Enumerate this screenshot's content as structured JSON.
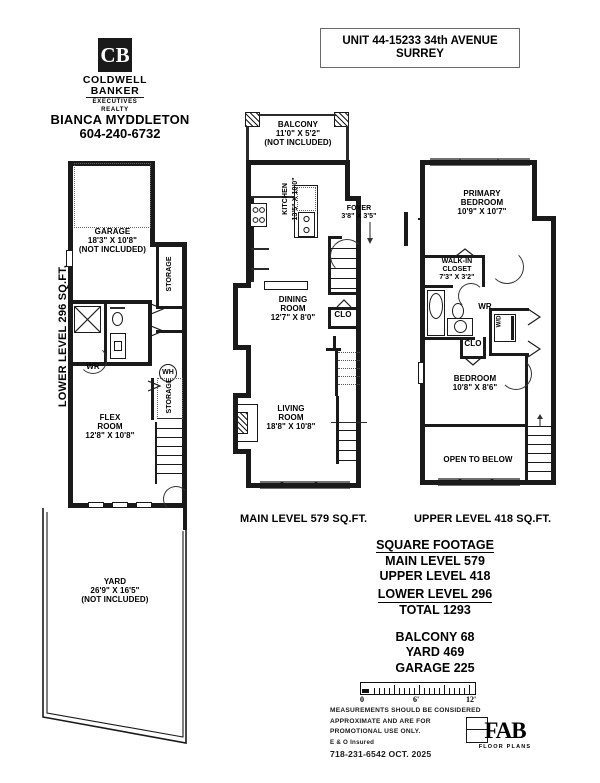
{
  "header": {
    "title_line1": "UNIT 44-15233 34th AVENUE",
    "title_line2": "SURREY"
  },
  "brand": {
    "logo_glyph": "CB",
    "name_line1": "COLDWELL",
    "name_line2": "BANKER",
    "tagline_line1": "EXECUTIVES",
    "tagline_line2": "REALTY",
    "agent_name": "BIANCA MYDDLETON",
    "agent_phone": "604-240-6732"
  },
  "levels": {
    "lower_caption": "LOWER LEVEL 296 SQ.FT.",
    "main_caption": "MAIN LEVEL 579 SQ.FT.",
    "upper_caption": "UPPER LEVEL 418 SQ.FT."
  },
  "lower_level": {
    "garage": {
      "name": "GARAGE",
      "dims": "18'3\" X 10'8\"",
      "note": "(NOT INCLUDED)"
    },
    "flex_room": {
      "name": "FLEX",
      "name2": "ROOM",
      "dims": "12'8\" X 10'8\""
    },
    "yard": {
      "name": "YARD",
      "dims": "26'9\" X 16'5\"",
      "note": "(NOT INCLUDED)"
    },
    "storage_upper": "STORAGE",
    "storage_lower": "STORAGE",
    "water_heater": "WH",
    "washroom": "WR"
  },
  "main_level": {
    "balcony": {
      "name": "BALCONY",
      "dims": "11'0\" X 5'2\"",
      "note": "(NOT INCLUDED)"
    },
    "kitchen": {
      "name": "KITCHEN",
      "dims": "13'5\" X 10'0\""
    },
    "foyer": {
      "name": "FOYER",
      "dims": "3'8\" X 3'5\""
    },
    "dining_room": {
      "name": "DINING",
      "name2": "ROOM",
      "dims": "12'7\" X 8'0\""
    },
    "living_room": {
      "name": "LIVING",
      "name2": "ROOM",
      "dims": "18'8\" X 10'8\""
    },
    "closet": "CLO"
  },
  "upper_level": {
    "primary_bedroom": {
      "name": "PRIMARY",
      "name2": "BEDROOM",
      "dims": "10'9\" X 10'7\""
    },
    "walk_in_closet": {
      "name": "WALK-IN",
      "name2": "CLOSET",
      "dims": "7'3\" X 3'2\""
    },
    "bedroom": {
      "name": "BEDROOM",
      "dims": "10'8\" X 8'6\""
    },
    "washroom": "WR",
    "closet": "CLO",
    "laundry": "W/D",
    "open_to_below": "OPEN TO BELOW"
  },
  "square_footage": {
    "heading": "SQUARE FOOTAGE",
    "main": "MAIN LEVEL 579",
    "upper": "UPPER LEVEL 418",
    "lower": "LOWER LEVEL 296",
    "total": "TOTAL 1293",
    "balcony": "BALCONY 68",
    "yard": "YARD 469",
    "garage": "GARAGE 225"
  },
  "scale": {
    "tick_0": "0",
    "tick_6": "6'",
    "tick_12": "12'"
  },
  "footer": {
    "line1": "MEASUREMENTS SHOULD BE CONSIDERED",
    "line2": "APPROXIMATE AND ARE FOR",
    "line3": "PROMOTIONAL USE ONLY.",
    "line4": "E & O Insured",
    "line5": "718-231-6542   OCT. 2025",
    "fab_name": "FAB",
    "fab_sub": "FLOOR PLANS"
  }
}
